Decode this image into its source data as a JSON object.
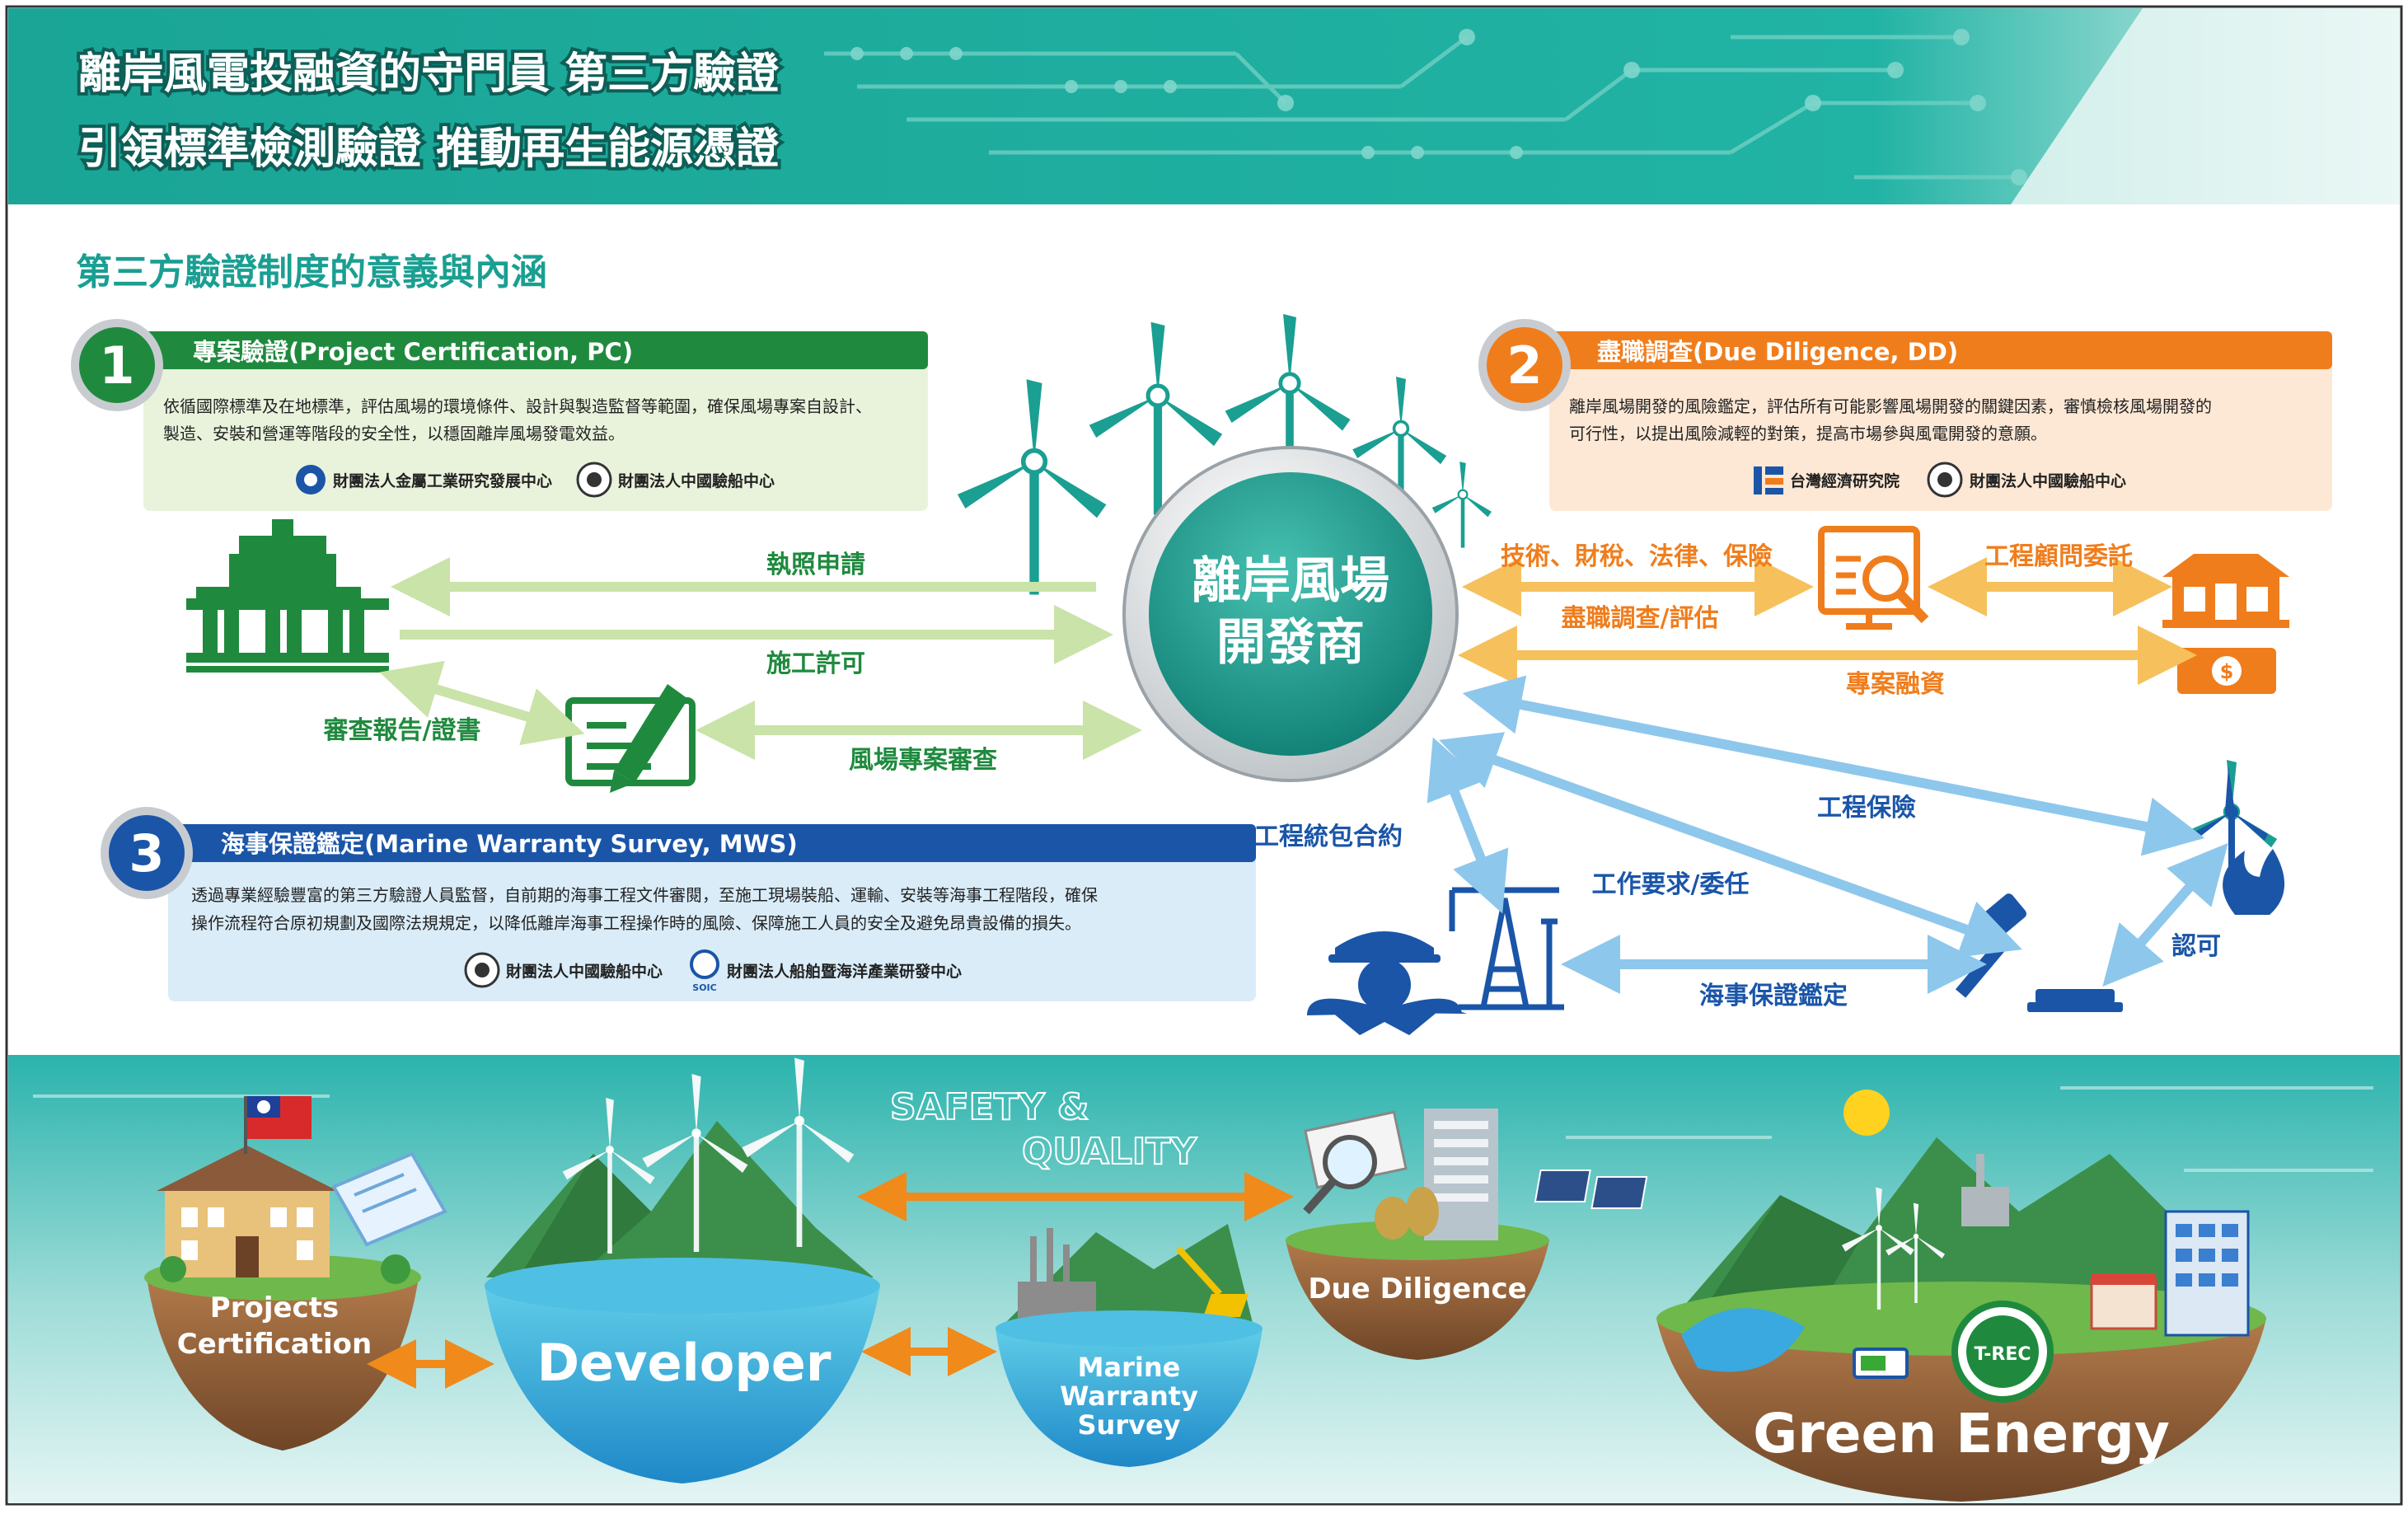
{
  "header": {
    "line1": "離岸風電投融資的守門員 第三方驗證",
    "line2": "引領標準檢測驗證 推動再生能源憑證"
  },
  "section_title": "第三方驗證制度的意義與內涵",
  "card_pc": {
    "number": "1",
    "title": "專案驗證(Project Certification, PC)",
    "desc_line1": "依循國際標準及在地標準，評估風場的環境條件、設計與製造監督等範圍，確保風場專案自設計、",
    "desc_line2": "製造、安裝和營運等階段的安全性，以穩固離岸風場發電效益。",
    "org1": "財團法人金屬工業研究發展中心",
    "org2": "財團法人中國驗船中心"
  },
  "card_dd": {
    "number": "2",
    "title": "盡職調查(Due Diligence, DD)",
    "desc_line1": "離岸風場開發的風險鑑定，評估所有可能影響風場開發的關鍵因素，審慎檢核風場開發的",
    "desc_line2": "可行性，以提出風險減輕的對策，提高市場參與風電開發的意願。",
    "org1": "台灣經濟研究院",
    "org2": "財團法人中國驗船中心"
  },
  "card_mws": {
    "number": "3",
    "title": "海事保證鑑定(Marine Warranty Survey, MWS)",
    "desc_line1": "透過專業經驗豐富的第三方驗證人員監督，自前期的海事工程文件審閱，至施工現場裝船、運輸、安裝等海事工程階段，確保",
    "desc_line2": "操作流程符合原初規劃及國際法規規定，以降低離岸海事工程操作時的風險、保障施工人員的安全及避免昂貴設備的損失。",
    "org1": "財團法人中國驗船中心",
    "org2": "財團法人船舶暨海洋產業研發中心",
    "org2_abbr": "SOIC"
  },
  "center": {
    "line1": "離岸風場",
    "line2": "開發商"
  },
  "flows": {
    "license_apply": "執照申請",
    "construction_permit": "施工許可",
    "review_report": "審查報告/證書",
    "project_review": "風場專案審查",
    "tech_tax_legal": "技術、財稅、法律、保險",
    "dd_eval": "盡職調查/評估",
    "eng_consult": "工程顧問委託",
    "project_finance": "專案融資",
    "epc": "工程統包合約",
    "eng_insurance": "工程保險",
    "work_request": "工作要求/委任",
    "mws": "海事保證鑑定",
    "approval": "認可"
  },
  "bottom": {
    "safety1": "SAFETY &",
    "safety2": "QUALITY",
    "projects1": "Projects",
    "projects2": "Certification",
    "developer": "Developer",
    "marine1": "Marine",
    "marine2": "Warranty",
    "marine3": "Survey",
    "due_diligence": "Due Diligence",
    "green_energy": "Green Energy",
    "trec": "T-REC"
  },
  "colors": {
    "teal": "#1a9f92",
    "green": "#1f8a3e",
    "orange": "#f07d1c",
    "blue": "#1a55a8",
    "light_green_arrow": "#c9e3a8",
    "light_orange_arrow": "#f6c15c",
    "light_blue_arrow": "#8ec7ec"
  }
}
